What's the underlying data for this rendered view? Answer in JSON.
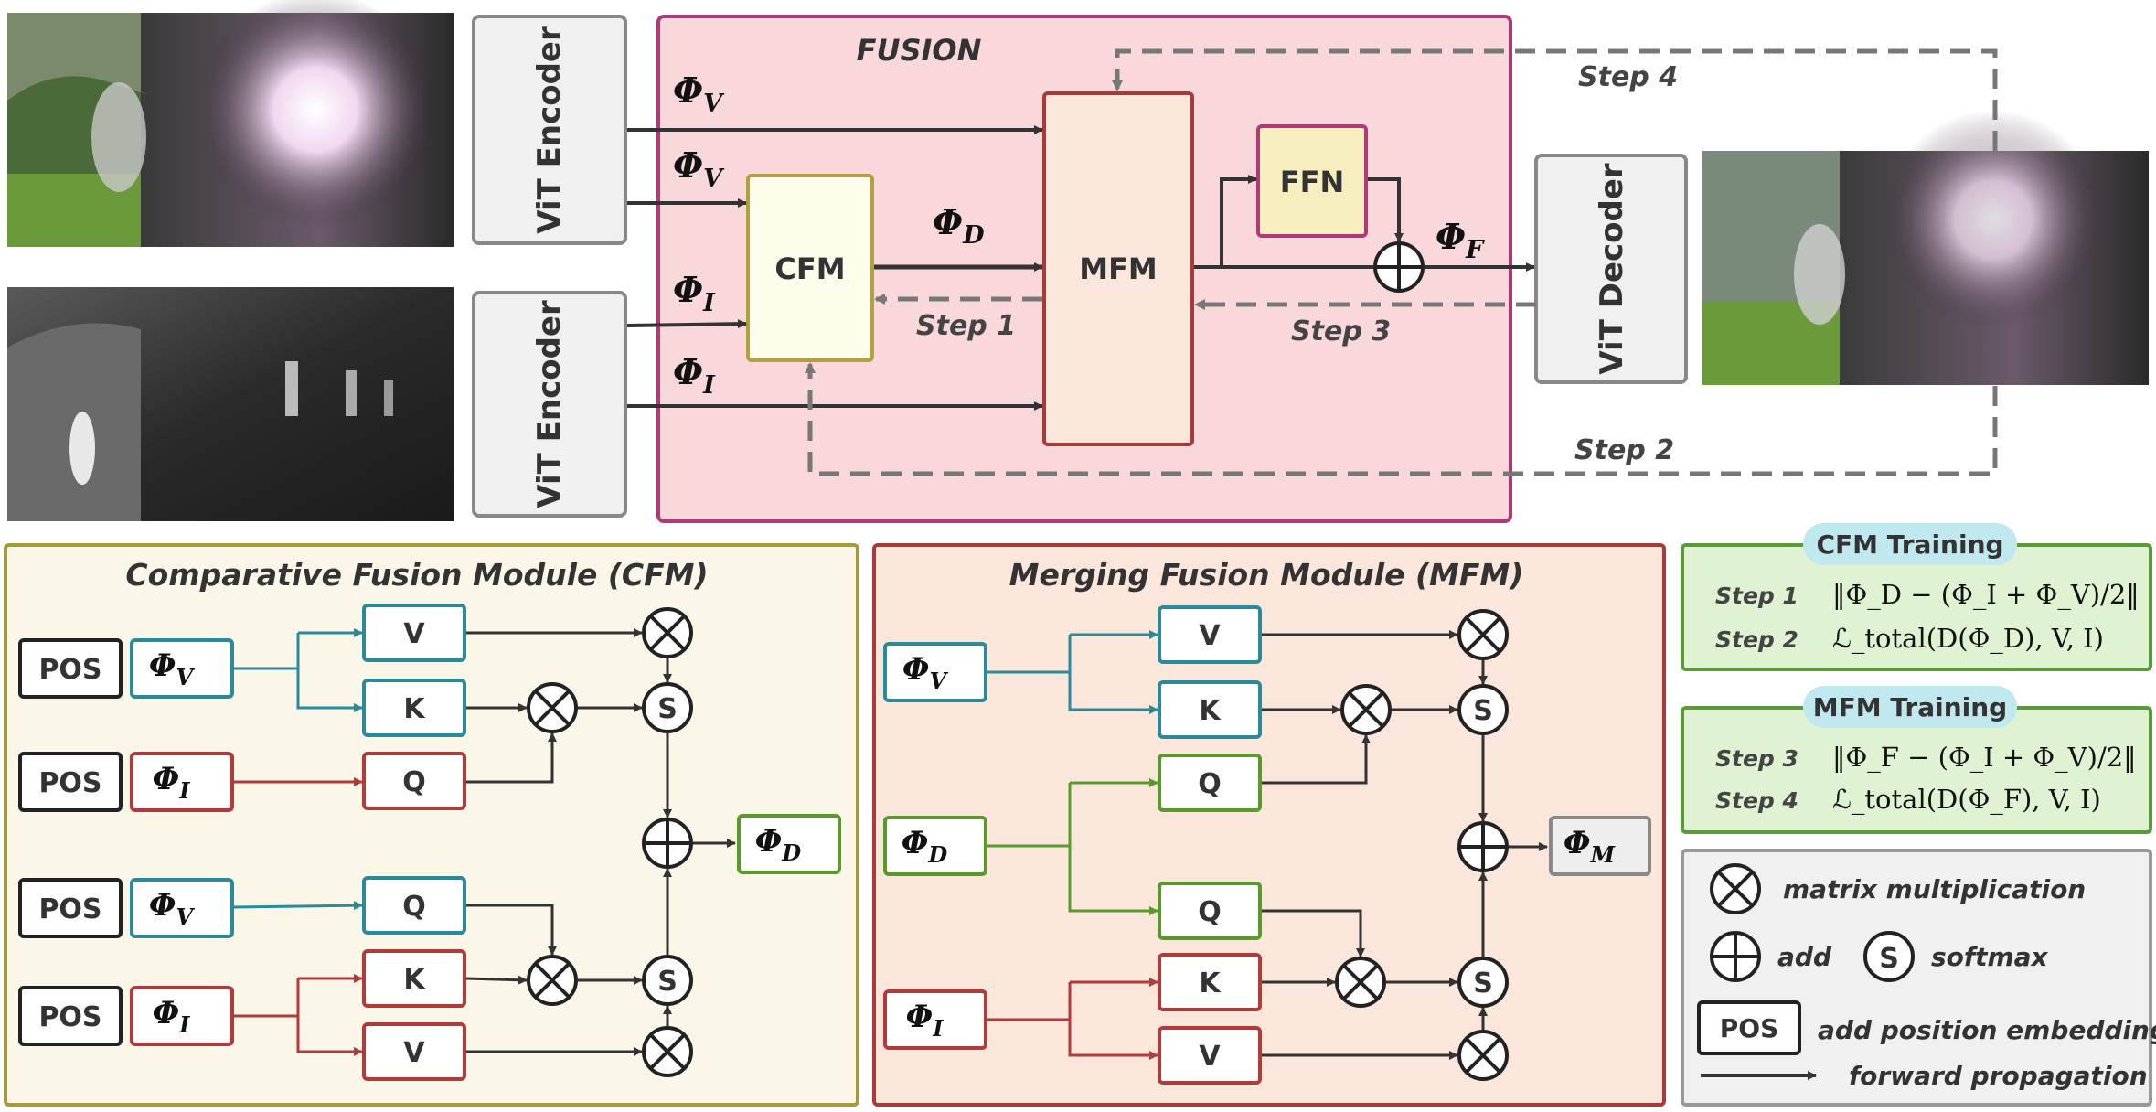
{
  "fusion": {
    "title": "FUSION",
    "encoder_top": "ViT Encoder",
    "encoder_bottom": "ViT Encoder",
    "decoder": "ViT Decoder",
    "cfm": "CFM",
    "mfm": "MFM",
    "ffn": "FFN",
    "phi_v": {
      "base": "Φ",
      "sub": "V"
    },
    "phi_i": {
      "base": "Φ",
      "sub": "I"
    },
    "phi_d": {
      "base": "Φ",
      "sub": "D"
    },
    "phi_f": {
      "base": "Φ",
      "sub": "F"
    },
    "steps": [
      "Step 1",
      "Step 2",
      "Step 3",
      "Step 4"
    ]
  },
  "cfm_panel": {
    "title": "Comparative Fusion Module (CFM)",
    "pos": "POS",
    "v": "V",
    "k": "K",
    "q": "Q",
    "softmax": "S",
    "output": {
      "base": "Φ",
      "sub": "D"
    }
  },
  "mfm_panel": {
    "title": "Merging Fusion Module (MFM)",
    "v": "V",
    "k": "K",
    "q": "Q",
    "softmax": "S",
    "output": {
      "base": "Φ",
      "sub": "M"
    }
  },
  "cfm_training": {
    "title": "CFM Training",
    "rows": [
      {
        "step": "Step 1",
        "formula": "‖Φ_D − (Φ_I + Φ_V)/2‖"
      },
      {
        "step": "Step 2",
        "formula": "ℒ_total(D(Φ_D), V, I)"
      }
    ]
  },
  "mfm_training": {
    "title": "MFM Training",
    "rows": [
      {
        "step": "Step 3",
        "formula": "‖Φ_F − (Φ_I + Φ_V)/2‖"
      },
      {
        "step": "Step 4",
        "formula": "ℒ_total(D(Φ_F), V, I)"
      }
    ]
  },
  "legend": {
    "matmul": "matrix multiplication",
    "add": "add",
    "softmax_symbol": "S",
    "softmax": "softmax",
    "pos_symbol": "POS",
    "pos": "add position embedding",
    "forward": "forward propagation"
  },
  "colors": {
    "fusion_bg": "#f8d8da",
    "fusion_border": "#b03a78",
    "cfm_bg": "#faf6e8",
    "cfm_border": "#a89a3a",
    "mfm_bg": "#fae6da",
    "mfm_border": "#a83a3a",
    "train_bg": "#dff3d2",
    "train_border": "#5a9a3a",
    "legend_bg": "#f0f0f0",
    "legend_border": "#999999",
    "teal": "#2a8a9a",
    "red": "#b23a3a",
    "green": "#5a9a2a",
    "ffn_bg": "#f7eec0",
    "ffn_border": "#b03a78"
  }
}
